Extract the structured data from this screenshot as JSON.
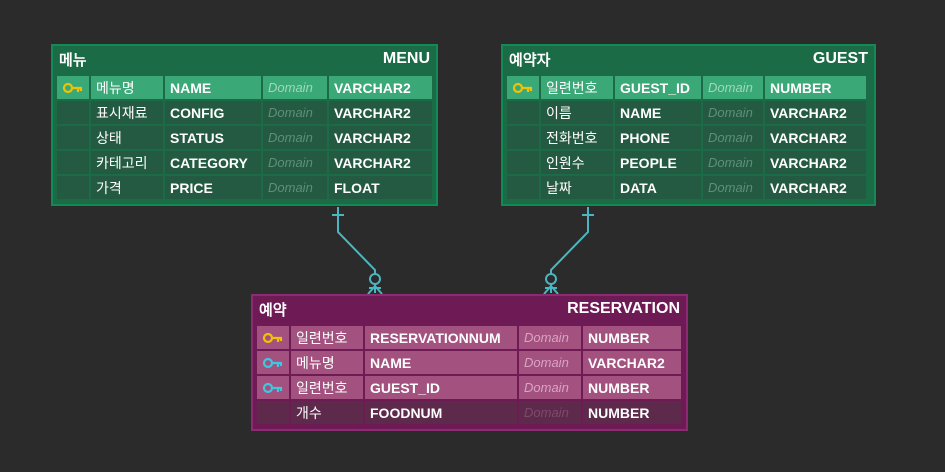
{
  "colors": {
    "background": "#2b2b2b",
    "green_entity": "#1a6b46",
    "magenta_entity": "#6e1a55",
    "connector": "#4cb6c0",
    "pk_key": "#f2c200",
    "fk_key": "#3ec7e0"
  },
  "entities": {
    "menu": {
      "logical": "메뉴",
      "physical": "MENU",
      "rows": [
        {
          "key": "pk",
          "logical": "메뉴명",
          "physical": "NAME",
          "domain": "Domain",
          "type": "VARCHAR2"
        },
        {
          "key": "",
          "logical": "표시재료",
          "physical": "CONFIG",
          "domain": "Domain",
          "type": "VARCHAR2"
        },
        {
          "key": "",
          "logical": "상태",
          "physical": "STATUS",
          "domain": "Domain",
          "type": "VARCHAR2"
        },
        {
          "key": "",
          "logical": "카테고리",
          "physical": "CATEGORY",
          "domain": "Domain",
          "type": "VARCHAR2"
        },
        {
          "key": "",
          "logical": "가격",
          "physical": "PRICE",
          "domain": "Domain",
          "type": "FLOAT"
        }
      ]
    },
    "guest": {
      "logical": "예약자",
      "physical": "GUEST",
      "rows": [
        {
          "key": "pk",
          "logical": "일련번호",
          "physical": "GUEST_ID",
          "domain": "Domain",
          "type": "NUMBER"
        },
        {
          "key": "",
          "logical": "이름",
          "physical": "NAME",
          "domain": "Domain",
          "type": "VARCHAR2"
        },
        {
          "key": "",
          "logical": "전화번호",
          "physical": "PHONE",
          "domain": "Domain",
          "type": "VARCHAR2"
        },
        {
          "key": "",
          "logical": "인원수",
          "physical": "PEOPLE",
          "domain": "Domain",
          "type": "VARCHAR2"
        },
        {
          "key": "",
          "logical": "날짜",
          "physical": "DATA",
          "domain": "Domain",
          "type": "VARCHAR2"
        }
      ]
    },
    "reservation": {
      "logical": "예약",
      "physical": "RESERVATION",
      "rows": [
        {
          "key": "pk",
          "logical": "일련번호",
          "physical": "RESERVATIONNUM",
          "domain": "Domain",
          "type": "NUMBER"
        },
        {
          "key": "fk",
          "logical": "메뉴명",
          "physical": "NAME",
          "domain": "Domain",
          "type": "VARCHAR2"
        },
        {
          "key": "fk",
          "logical": "일련번호",
          "physical": "GUEST_ID",
          "domain": "Domain",
          "type": "NUMBER"
        },
        {
          "key": "",
          "logical": "개수",
          "physical": "FOODNUM",
          "domain": "Domain",
          "type": "NUMBER"
        }
      ]
    }
  }
}
